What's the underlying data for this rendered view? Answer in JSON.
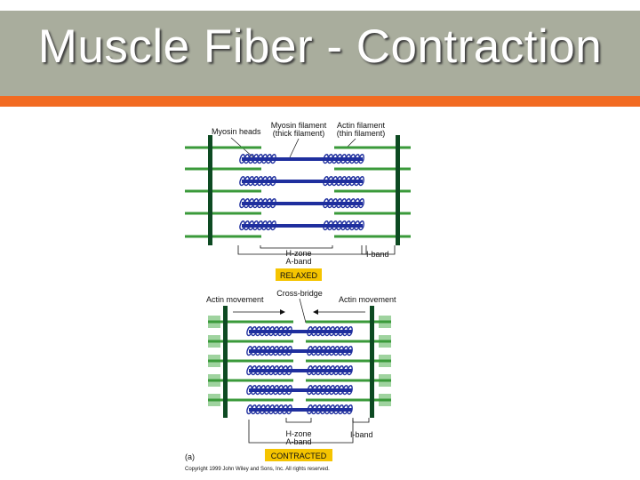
{
  "slide": {
    "title": "Muscle Fiber - Contraction"
  },
  "colors": {
    "title_bar": "#a9ad9d",
    "accent": "#f26b22",
    "myosin": "#1f2f9e",
    "actin": "#3a9a3a",
    "z_line": "#0d4a22",
    "badge": "#f5c400"
  },
  "relaxed": {
    "labels": {
      "myosin_heads": "Myosin heads",
      "myosin_filament_1": "Myosin filament",
      "myosin_filament_2": "(thick filament)",
      "actin_filament_1": "Actin filament",
      "actin_filament_2": "(thin filament)",
      "h_zone": "H-zone",
      "a_band": "A-band",
      "i_band": "I-band"
    },
    "state": "RELAXED"
  },
  "contracted": {
    "labels": {
      "actin_movement_left": "Actin movement",
      "cross_bridge": "Cross-bridge",
      "actin_movement_right": "Actin movement",
      "h_zone": "H-zone",
      "a_band": "A-band",
      "i_band": "I-band"
    },
    "state": "CONTRACTED"
  },
  "figure": {
    "panel_label": "(a)",
    "copyright": "Copyright 1999 John Wiley and Sons, Inc. All rights reserved."
  }
}
